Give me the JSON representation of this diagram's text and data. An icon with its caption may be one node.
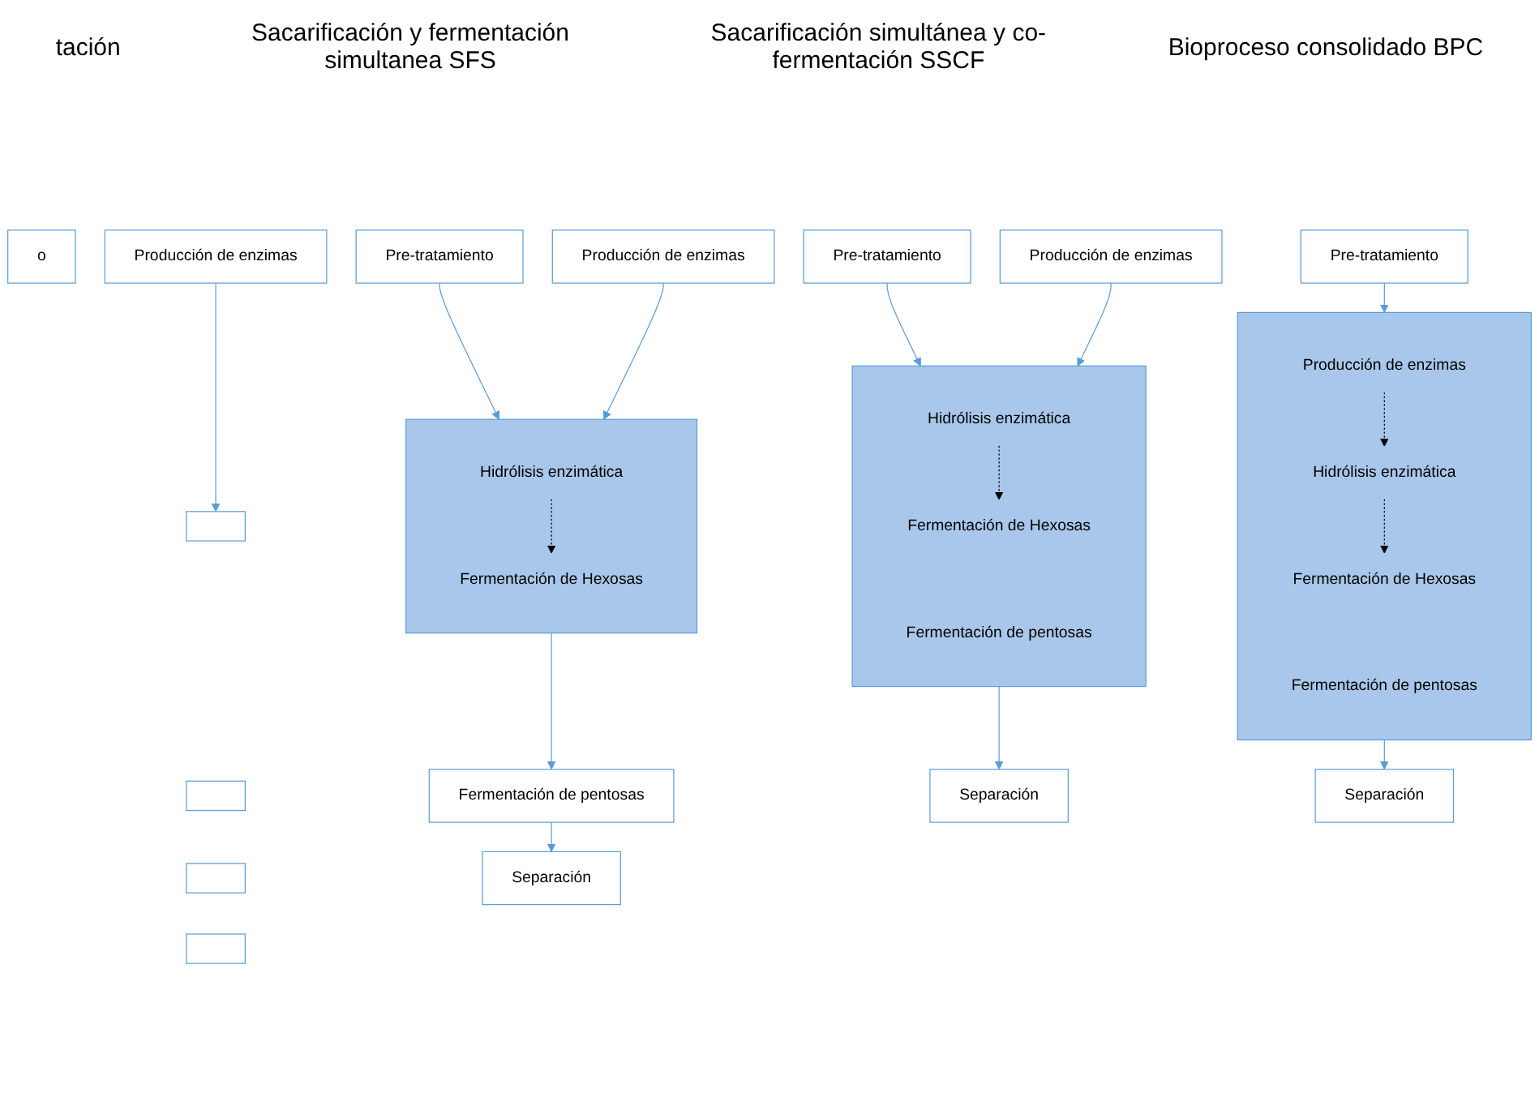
{
  "diagram": {
    "nodes": [
      {
        "text": [
          "o"
        ]
      },
      {
        "text": [
          "Producción de enzimas"
        ]
      },
      {
        "text": [],
        "shape": "box"
      },
      {
        "text": [],
        "shape": "box"
      },
      {
        "text": [],
        "shape": "box"
      },
      {
        "text": [],
        "shape": "box"
      },
      {
        "text": [
          "Pre-tratamiento"
        ]
      },
      {
        "text": [
          "Producción de enzimas"
        ]
      },
      {
        "text": [],
        "shape": "box"
      },
      {
        "text": [
          "Hidrólisis enzimática"
        ],
        "in": 8
      },
      {
        "text": [
          "Fermentación de Hexosas"
        ],
        "in": 8
      },
      {
        "text": [
          "Fermentación de pentosas"
        ]
      },
      {
        "text": [
          "Separación"
        ]
      },
      {
        "text": [
          "Pre-tratamiento"
        ]
      },
      {
        "text": [
          "Producción de enzimas"
        ]
      },
      {
        "text": [],
        "shape": "box"
      },
      {
        "text": [
          "Hidrólisis enzimática"
        ],
        "in": 15
      },
      {
        "text": [
          "Fermentación de Hexosas"
        ],
        "in": 15
      },
      {
        "text": [
          "Fermentación de pentosas"
        ],
        "in": 15
      },
      {
        "text": [
          "Separación"
        ]
      },
      {
        "text": [
          "Pre-tratamiento"
        ]
      },
      {
        "text": [],
        "shape": "box"
      },
      {
        "text": [
          "Producción de enzimas"
        ],
        "in": 21
      },
      {
        "text": [
          "Hidrólisis enzimática"
        ],
        "in": 21
      },
      {
        "text": [
          "Fermentación de Hexosas"
        ],
        "in": 21
      },
      {
        "text": [
          "Fermentación de pentosas"
        ],
        "in": 21
      },
      {
        "text": [
          "Separación"
        ]
      }
    ],
    "edges": [
      {
        "from": 1,
        "to": 2,
        "arrow": "to"
      },
      {
        "from": 6,
        "to": 8,
        "arrow": "to"
      },
      {
        "from": 7,
        "to": 8,
        "arrow": "to"
      },
      {
        "from": 9,
        "to": 10,
        "arrow": "to",
        "style": "dashed",
        "color": "#000000"
      },
      {
        "from": 8,
        "to": 11,
        "arrow": "to"
      },
      {
        "from": 11,
        "to": 12,
        "arrow": "to"
      },
      {
        "from": 13,
        "to": 15,
        "arrow": "to"
      },
      {
        "from": 14,
        "to": 15,
        "arrow": "to"
      },
      {
        "from": 16,
        "to": 17,
        "arrow": "to",
        "style": "dashed",
        "color": "#000000"
      },
      {
        "from": 15,
        "to": 19,
        "arrow": "to"
      },
      {
        "from": 20,
        "to": 21,
        "arrow": "to"
      },
      {
        "from": 22,
        "to": 23,
        "arrow": "to",
        "style": "dashed",
        "color": "#000000"
      },
      {
        "from": 23,
        "to": 24,
        "arrow": "to",
        "style": "dashed",
        "color": "#000000"
      },
      {
        "from": 21,
        "to": 26,
        "arrow": "to"
      }
    ],
    "labels": [
      "tación",
      "Sacarificación y fermentación simultanea SFS",
      "Sacarificación simultánea y co-fermentación SSCF",
      "Bioproceso consolidado BPC"
    ]
  }
}
